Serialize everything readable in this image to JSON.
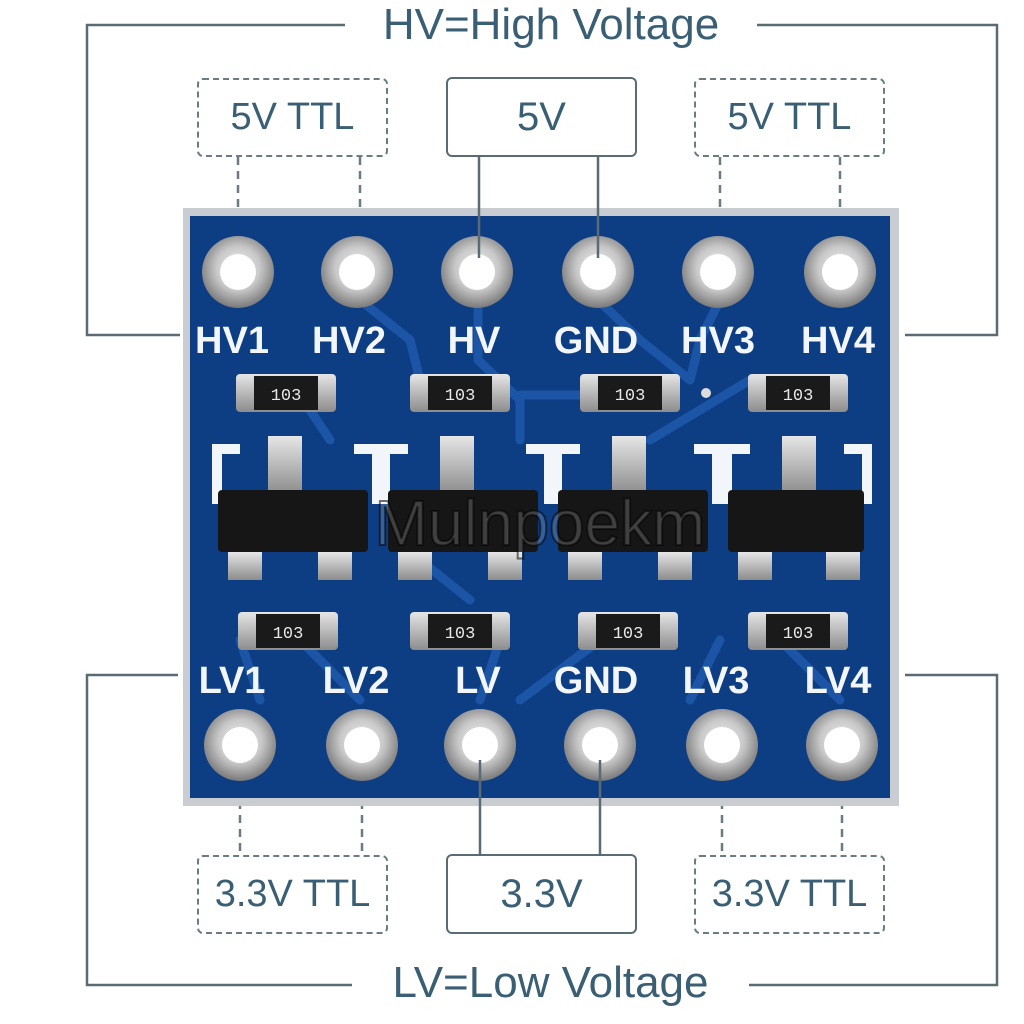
{
  "titles": {
    "top": "HV=High Voltage",
    "bottom": "LV=Low Voltage"
  },
  "boxes": {
    "top_left": "5V TTL",
    "top_center": "5V",
    "top_right": "5V TTL",
    "bottom_left": "3.3V TTL",
    "bottom_center": "3.3V",
    "bottom_right": "3.3V TTL"
  },
  "top_pins": [
    "HV1",
    "HV2",
    "HV",
    "GND",
    "HV3",
    "HV4"
  ],
  "bottom_pins": [
    "LV1",
    "LV2",
    "LV",
    "GND",
    "LV3",
    "LV4"
  ],
  "resistors": {
    "top": [
      "103",
      "103",
      "103",
      "103"
    ],
    "bottom": [
      "103",
      "103",
      "103",
      "103"
    ]
  },
  "watermark": "Mulnpoekm",
  "colors": {
    "pcb": "#0d3d82",
    "trace": "#1d55a6",
    "label": "#3a5f74",
    "line": "#5b6b74"
  }
}
